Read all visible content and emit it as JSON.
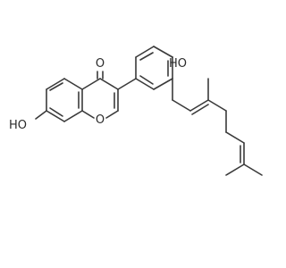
{
  "molecule": {
    "atoms": {
      "carbonyl_oxygen": "O",
      "ring_oxygen": "O",
      "hydroxyl_left": "HO",
      "hydroxyl_right": "HO"
    }
  },
  "colors": {
    "bond": "#3a3a3a",
    "label": "#2a2a2a",
    "background": "#ffffff"
  }
}
